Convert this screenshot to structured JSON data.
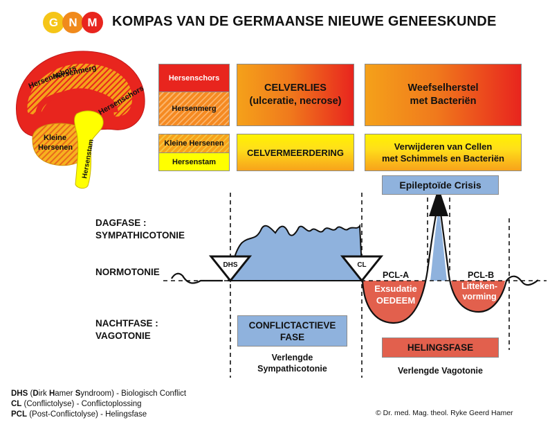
{
  "logo": {
    "letters": [
      "G",
      "N",
      "M"
    ],
    "colors": [
      "#f5c518",
      "#f08a1c",
      "#e8251e"
    ]
  },
  "title": "KOMPAS VAN DE GERMAANSE NIEUWE GENEESKUNDE",
  "brain": {
    "cortex_top": "Hersenschors",
    "marrow": "Hersenmerg",
    "cortex_right": "Hersenschors",
    "cerebellum_line1": "Kleine",
    "cerebellum_line2": "Hersenen",
    "brainstem": "Hersenstam"
  },
  "layers": {
    "cortex": "Hersenschors",
    "marrow": "Hersenmerg",
    "cerebellum": "Kleine Hersenen",
    "brainstem": "Hersenstam"
  },
  "boxes": {
    "celverlies_line1": "CELVERLIES",
    "celverlies_line2": "(ulceratie, necrose)",
    "weefsel_line1": "Weefselherstel",
    "weefsel_line2": "met Bacteriën",
    "celvermeerdering": "CELVERMEERDERING",
    "verwijderen_line1": "Verwijderen van Cellen",
    "verwijderen_line2": "met Schimmels en Bacteriën"
  },
  "phases": {
    "dagfase_line1": "DAGFASE :",
    "dagfase_line2": "SYMPATHICOTONIE",
    "normotonie": "NORMOTONIE",
    "nachtfase_line1": "NACHTFASE :",
    "nachtfase_line2": "VAGOTONIE"
  },
  "markers": {
    "dhs": "DHS",
    "cl": "CL",
    "pcl_a": "PCL-A",
    "pcl_b": "PCL-B"
  },
  "curve_labels": {
    "exsudatie": "Exsudatie",
    "oedeem": "OEDEEM",
    "litteken_line1": "Litteken-",
    "litteken_line2": "vorming"
  },
  "epileptoid": "Epileptoïde Crisis",
  "conflictactieve_line1": "CONFLICTACTIEVE",
  "conflictactieve_line2": "FASE",
  "helingsfase": "HELINGSFASE",
  "verlengde_symp_line1": "Verlengde",
  "verlengde_symp_line2": "Sympathicotonie",
  "verlengde_vagotonie": "Verlengde Vagotonie",
  "legend": {
    "dhs_bold": "DHS",
    "dhs_open": " (",
    "dhs_d": "D",
    "dhs_irk": "irk ",
    "dhs_h": "H",
    "dhs_amer": "amer ",
    "dhs_s": "S",
    "dhs_rest": "yndroom) - Biologisch Conflict",
    "cl_bold": "CL",
    "cl_rest": " (Conflictolyse) - Conflictoplossing",
    "pcl_bold": "PCL",
    "pcl_rest": " (Post-Conflictolyse) - Helingsfase"
  },
  "copyright": "© Dr. med. Mag. theol. Ryke Geerd Hamer"
}
